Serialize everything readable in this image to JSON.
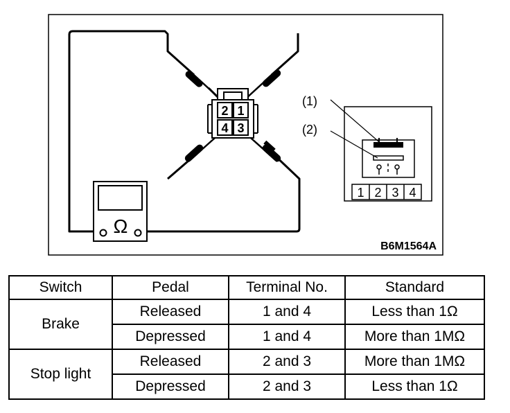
{
  "figure": {
    "code": "B6M1564A",
    "meter_symbol": "Ω",
    "connector_terminals": [
      "2",
      "1",
      "4",
      "3"
    ],
    "callouts": [
      "(1)",
      "(2)"
    ],
    "switch_terminals": [
      "1",
      "2",
      "3",
      "4"
    ]
  },
  "table": {
    "headers": [
      "Switch",
      "Pedal",
      "Terminal No.",
      "Standard"
    ],
    "groups": [
      {
        "switch": "Brake",
        "rows": [
          {
            "pedal": "Released",
            "terminal": "1 and 4",
            "standard": "Less than 1Ω"
          },
          {
            "pedal": "Depressed",
            "terminal": "1 and 4",
            "standard": "More than 1MΩ"
          }
        ]
      },
      {
        "switch": "Stop light",
        "rows": [
          {
            "pedal": "Released",
            "terminal": "2 and 3",
            "standard": "More than 1MΩ"
          },
          {
            "pedal": "Depressed",
            "terminal": "2 and 3",
            "standard": "Less than 1Ω"
          }
        ]
      }
    ]
  }
}
